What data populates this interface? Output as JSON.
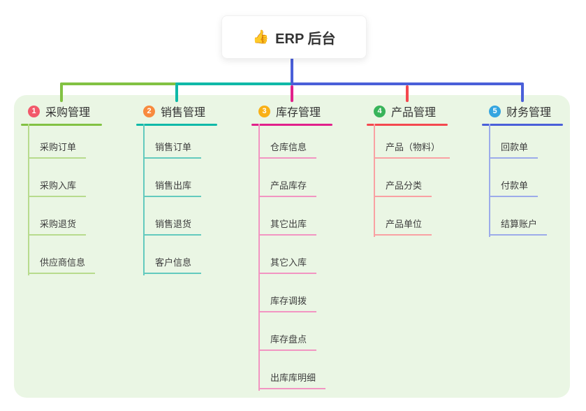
{
  "root": {
    "emoji": "👍",
    "label": "ERP 后台"
  },
  "branches": [
    {
      "num": "1",
      "label": "采购管理",
      "badge_color": "#f2596b",
      "line_color": "#82c243",
      "child_line_color": "#b7db8d",
      "children": [
        "采购订单",
        "采购入库",
        "采购退货",
        "供应商信息"
      ]
    },
    {
      "num": "2",
      "label": "销售管理",
      "badge_color": "#f88a3e",
      "line_color": "#0fb9a8",
      "child_line_color": "#63cabe",
      "children": [
        "销售订单",
        "销售出库",
        "销售退货",
        "客户信息"
      ]
    },
    {
      "num": "3",
      "label": "库存管理",
      "badge_color": "#f9b016",
      "line_color": "#e1218b",
      "child_line_color": "#f295c2",
      "children": [
        "仓库信息",
        "产品库存",
        "其它出库",
        "其它入库",
        "库存调拨",
        "库存盘点",
        "出库库明细"
      ]
    },
    {
      "num": "4",
      "label": "产品管理",
      "badge_color": "#38b45a",
      "line_color": "#f4484f",
      "child_line_color": "#f9a1a3",
      "children": [
        "产品（物料）",
        "产品分类",
        "产品单位"
      ]
    },
    {
      "num": "5",
      "label": "财务管理",
      "badge_color": "#34a5e0",
      "line_color": "#4a5fd9",
      "child_line_color": "#9cabea",
      "children": [
        "回款单",
        "付款单",
        "结算账户"
      ]
    }
  ],
  "colors": {
    "page_bg": "#ffffff",
    "panel_bg": "#eaf6e4",
    "root_line": "#4a5fd9",
    "text_dark": "#333333",
    "child_text": "#3d3d3d"
  }
}
